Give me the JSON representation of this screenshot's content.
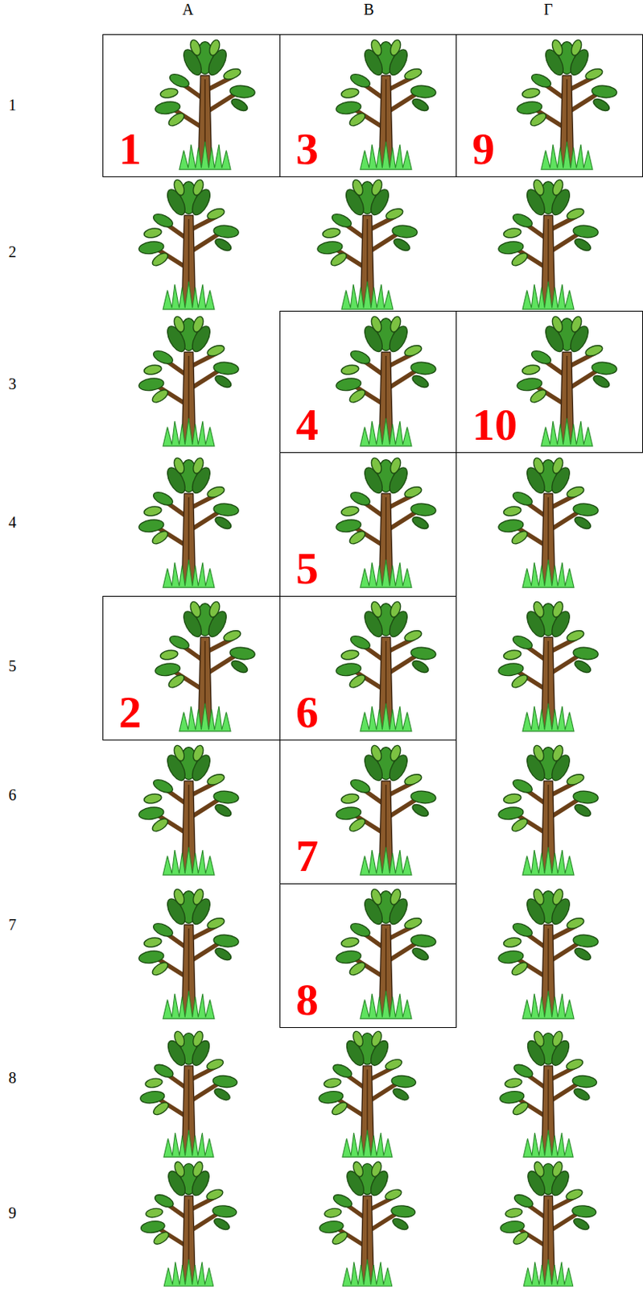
{
  "diagram": {
    "nodes": [
      {
        "text": [
          "1"
        ]
      },
      {
        "text": [
          "3"
        ]
      },
      {
        "text": [
          "9"
        ]
      },
      {
        "text": [
          "4"
        ]
      },
      {
        "text": [
          "10"
        ]
      },
      {
        "text": [
          "5"
        ]
      },
      {
        "text": [
          "2"
        ]
      },
      {
        "text": [
          "6"
        ]
      },
      {
        "text": [
          "7"
        ]
      },
      {
        "text": [
          "8"
        ]
      }
    ],
    "labels": [
      "A",
      "B",
      "Γ",
      "1",
      "2",
      "3",
      "4",
      "5",
      "6",
      "7",
      "8",
      "9"
    ]
  }
}
